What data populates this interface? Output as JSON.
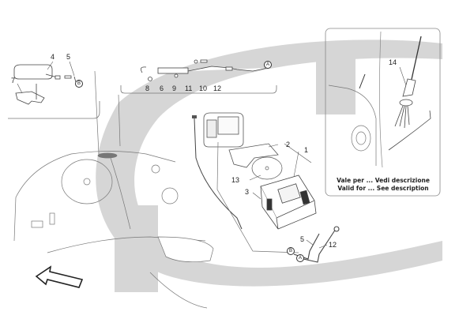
{
  "diagram": {
    "title": "Radio / navigation system parts diagram",
    "watermark_color": "#d4d4d4",
    "line_color": "#555555",
    "part_callouts": [
      {
        "id": "callout-1",
        "label": "1"
      },
      {
        "id": "callout-2",
        "label": "2"
      },
      {
        "id": "callout-3",
        "label": "3"
      },
      {
        "id": "callout-4",
        "label": "4"
      },
      {
        "id": "callout-5-top",
        "label": "5"
      },
      {
        "id": "callout-6",
        "label": "6"
      },
      {
        "id": "callout-7",
        "label": "7"
      },
      {
        "id": "callout-8",
        "label": "8"
      },
      {
        "id": "callout-9",
        "label": "9"
      },
      {
        "id": "callout-10",
        "label": "10"
      },
      {
        "id": "callout-11",
        "label": "11"
      },
      {
        "id": "callout-12-top",
        "label": "12"
      },
      {
        "id": "callout-13",
        "label": "13"
      },
      {
        "id": "callout-14",
        "label": "14"
      },
      {
        "id": "callout-5-bottom",
        "label": "5"
      },
      {
        "id": "callout-12-bottom",
        "label": "12"
      }
    ],
    "connector_refs": {
      "a": "A",
      "b": "B"
    },
    "inset_note": {
      "line1": "Vale per ... Vedi descrizione",
      "line2": "Valid for ... See description"
    }
  }
}
